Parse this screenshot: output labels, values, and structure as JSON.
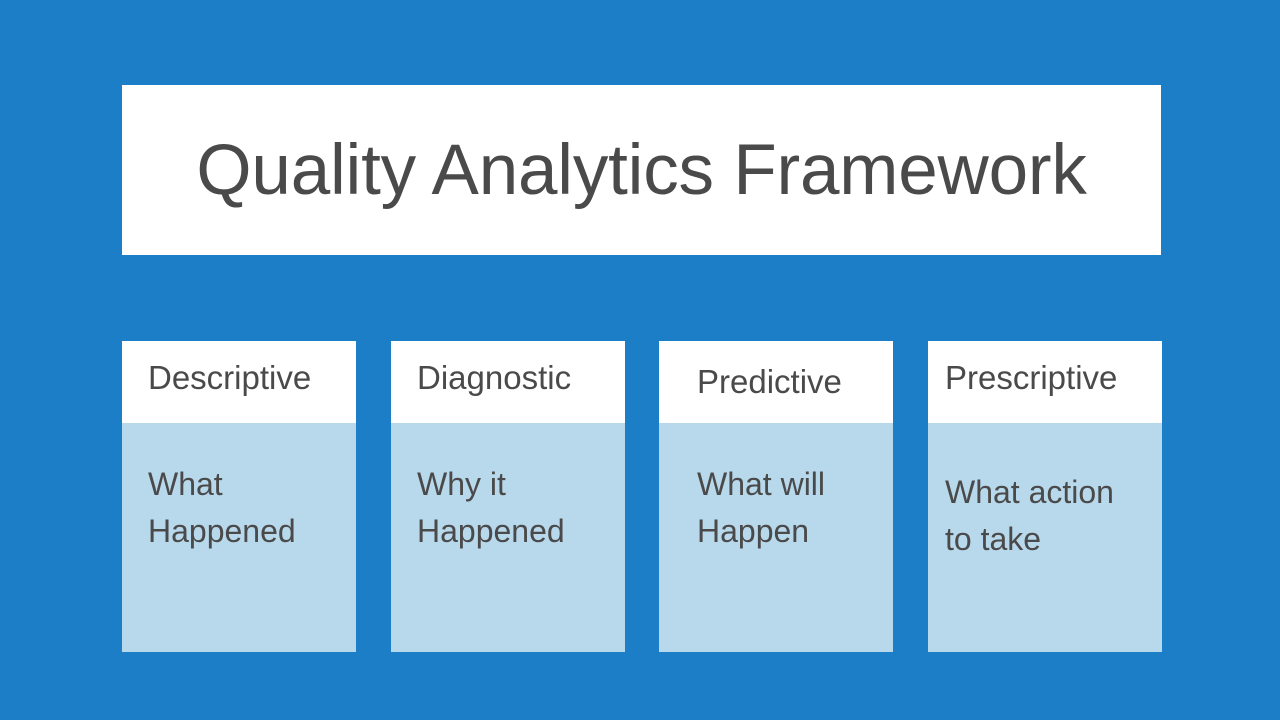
{
  "slide": {
    "background_color": "#1B7EC6",
    "title": "Quality Analytics Framework",
    "title_color": "#4A4A4A",
    "title_card_color": "#FFFFFF"
  },
  "cards": [
    {
      "header": "Descriptive",
      "body_line1": "What",
      "body_line2": "Happened",
      "header_bg": "#FFFFFF",
      "body_bg": "#B8D8EC",
      "text_color": "#4A4A4A"
    },
    {
      "header": "Diagnostic",
      "body_line1": "Why it",
      "body_line2": "Happened",
      "header_bg": "#FFFFFF",
      "body_bg": "#B8D8EC",
      "text_color": "#4A4A4A"
    },
    {
      "header": "Predictive",
      "body_line1": "What will",
      "body_line2": "Happen",
      "header_bg": "#FFFFFF",
      "body_bg": "#B8D8EC",
      "text_color": "#4A4A4A"
    },
    {
      "header": "Prescriptive",
      "body_line1": "What action",
      "body_line2": "to take",
      "header_bg": "#FFFFFF",
      "body_bg": "#B8D8EC",
      "text_color": "#4A4A4A"
    }
  ]
}
